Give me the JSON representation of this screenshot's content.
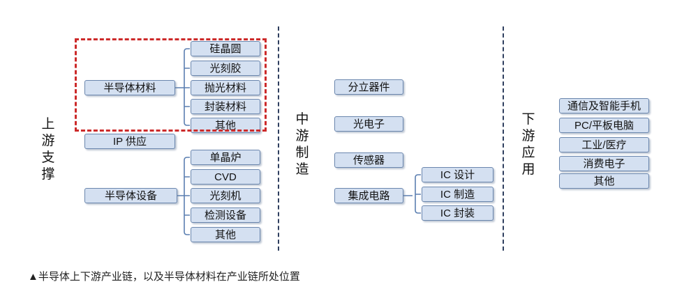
{
  "sections": {
    "upstream": "上游支撑",
    "midstream": "中游制造",
    "downstream": "下游应用"
  },
  "upstream": {
    "materials": {
      "label": "半导体材料",
      "children": [
        "硅晶圆",
        "光刻胶",
        "抛光材料",
        "封装材料",
        "其他"
      ]
    },
    "ip": "IP 供应",
    "equipment": {
      "label": "半导体设备",
      "children": [
        "单晶炉",
        "CVD",
        "光刻机",
        "检测设备",
        "其他"
      ]
    }
  },
  "midstream": {
    "discrete": "分立器件",
    "optoelectronics": "光电子",
    "sensors": "传感器",
    "ic": {
      "label": "集成电路",
      "children": [
        "IC 设计",
        "IC 制造",
        "IC 封装"
      ]
    }
  },
  "downstream": [
    "通信及智能手机",
    "PC/平板电脑",
    "工业/医疗",
    "消费电子",
    "其他"
  ],
  "caption": "▲半导体上下游产业链，以及半导体材料在产业链所处位置",
  "colors": {
    "node_fill": "#d4e0f1",
    "node_border": "#6a86ad",
    "connector": "#5b7fb1",
    "divider": "#2f3f5f",
    "highlight": "#cc2a2a"
  }
}
